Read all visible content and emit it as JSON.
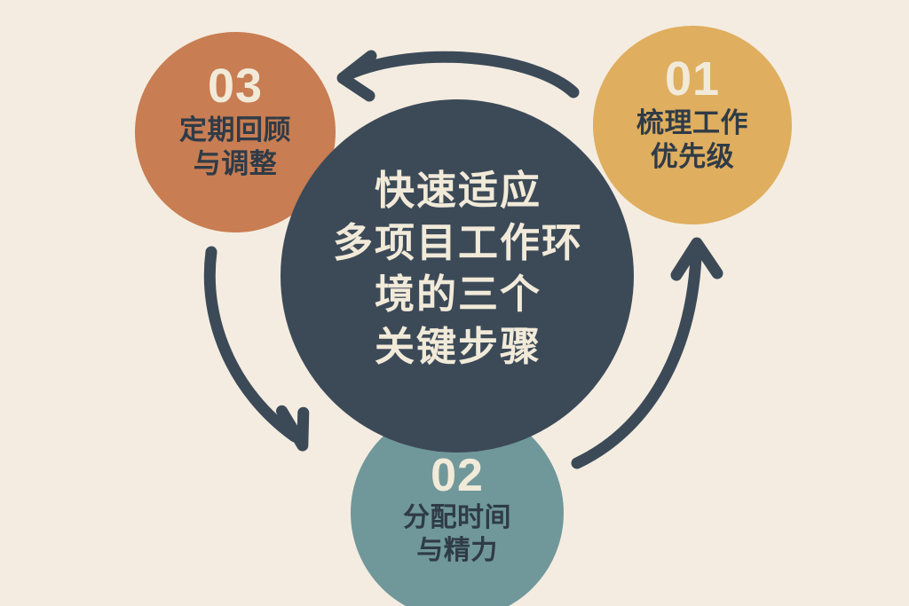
{
  "diagram": {
    "type": "cycle-diagram",
    "background_color": "#f4ece0",
    "hub": {
      "label": "center-hub",
      "fill": "#3c4a58",
      "text_color": "#f2ead9",
      "lines": [
        "快速适应",
        "多项目工作环",
        "境的三个",
        "关键步骤"
      ],
      "full_text": "快速适应多项目工作环境的三个关键步骤"
    },
    "steps": [
      {
        "id": "step-01",
        "number": "01",
        "caption_lines": [
          "梳理工作",
          "优先级"
        ],
        "caption": "梳理工作优先级",
        "fill": "#dfae5e",
        "number_color": "#f2ead9",
        "caption_color": "#2f3b47"
      },
      {
        "id": "step-02",
        "number": "02",
        "caption_lines": [
          "分配时间",
          "与精力"
        ],
        "caption": "分配时间与精力",
        "fill": "#70989a",
        "number_color": "#f2ead9",
        "caption_color": "#2f3b47"
      },
      {
        "id": "step-03",
        "number": "03",
        "caption_lines": [
          "定期回顾",
          "与调整"
        ],
        "caption": "定期回顾与调整",
        "fill": "#c87d52",
        "number_color": "#f2ead9",
        "caption_color": "#2f3b47"
      }
    ],
    "arrows": [
      {
        "id": "arrow-02-to-01",
        "from": "step-02",
        "to": "step-01",
        "direction": "up-right",
        "color": "#3c4a58"
      },
      {
        "id": "arrow-01-to-03",
        "from": "step-01",
        "to": "step-03",
        "direction": "right-to-left-over-top",
        "color": "#3c4a58"
      },
      {
        "id": "arrow-03-to-02",
        "from": "step-03",
        "to": "step-02",
        "direction": "down-right",
        "color": "#3c4a58"
      }
    ]
  }
}
